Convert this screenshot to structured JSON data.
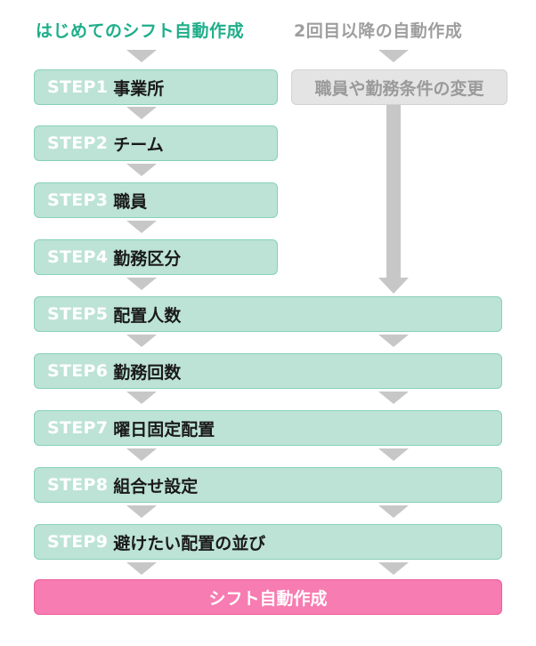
{
  "headers": {
    "first_time": "はじめてのシフト自動作成",
    "second_time": "2回目以降の自動作成"
  },
  "second_path_box": "職員や勤務条件の変更",
  "steps": [
    {
      "num": "STEP1",
      "label": "事業所"
    },
    {
      "num": "STEP2",
      "label": "チーム"
    },
    {
      "num": "STEP3",
      "label": "職員"
    },
    {
      "num": "STEP4",
      "label": "勤務区分"
    },
    {
      "num": "STEP5",
      "label": "配置人数"
    },
    {
      "num": "STEP6",
      "label": "勤務回数"
    },
    {
      "num": "STEP7",
      "label": "曜日固定配置"
    },
    {
      "num": "STEP8",
      "label": "組合せ設定"
    },
    {
      "num": "STEP9",
      "label": "避けたい配置の並び"
    }
  ],
  "final_box": "シフト自動作成",
  "colors": {
    "first_header": "#1fae8a",
    "second_header": "#9e9e9e",
    "step_fill": "#bde3d6",
    "step_border": "#86d1b8",
    "gray_fill": "#e4e4e4",
    "arrow": "#c7c7c7",
    "final_fill": "#f77cb1"
  }
}
